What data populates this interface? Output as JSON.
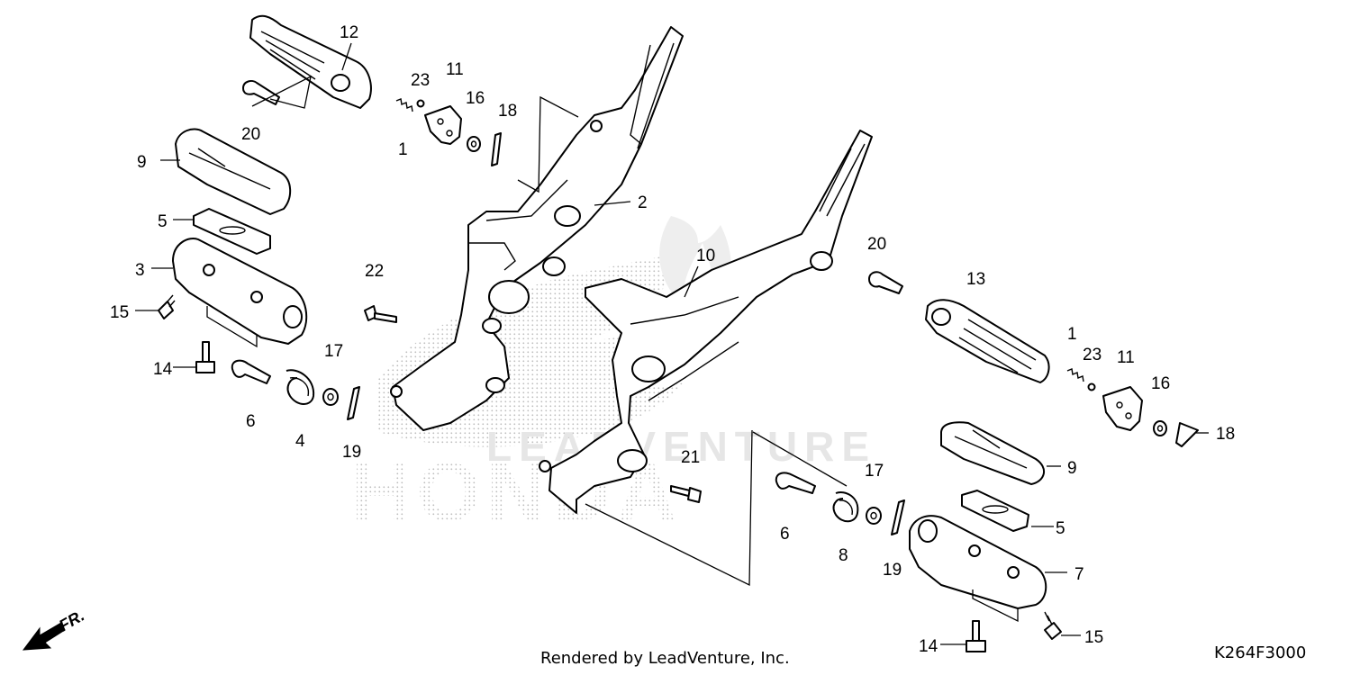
{
  "watermark": {
    "brand": "HONDA",
    "text": "LEADVENTURE"
  },
  "direction_indicator": {
    "label": "FR."
  },
  "callouts": [
    {
      "id": "c12a",
      "text": "12"
    },
    {
      "id": "c23a",
      "text": "23"
    },
    {
      "id": "c11a",
      "text": "11"
    },
    {
      "id": "c16a",
      "text": "16"
    },
    {
      "id": "c18a",
      "text": "18"
    },
    {
      "id": "c1a",
      "text": "1"
    },
    {
      "id": "c20a",
      "text": "20"
    },
    {
      "id": "c9a",
      "text": "9"
    },
    {
      "id": "c5a",
      "text": "5"
    },
    {
      "id": "c3",
      "text": "3"
    },
    {
      "id": "c15a",
      "text": "15"
    },
    {
      "id": "c14a",
      "text": "14"
    },
    {
      "id": "c6a",
      "text": "6"
    },
    {
      "id": "c4",
      "text": "4"
    },
    {
      "id": "c17a",
      "text": "17"
    },
    {
      "id": "c19a",
      "text": "19"
    },
    {
      "id": "c22",
      "text": "22"
    },
    {
      "id": "c2",
      "text": "2"
    },
    {
      "id": "c10",
      "text": "10"
    },
    {
      "id": "c20b",
      "text": "20"
    },
    {
      "id": "c13",
      "text": "13"
    },
    {
      "id": "c1b",
      "text": "1"
    },
    {
      "id": "c23b",
      "text": "23"
    },
    {
      "id": "c11b",
      "text": "11"
    },
    {
      "id": "c16b",
      "text": "16"
    },
    {
      "id": "c18b",
      "text": "18"
    },
    {
      "id": "c9b",
      "text": "9"
    },
    {
      "id": "c5b",
      "text": "5"
    },
    {
      "id": "c7",
      "text": "7"
    },
    {
      "id": "c21",
      "text": "21"
    },
    {
      "id": "c17b",
      "text": "17"
    },
    {
      "id": "c6b",
      "text": "6"
    },
    {
      "id": "c8",
      "text": "8"
    },
    {
      "id": "c19b",
      "text": "19"
    },
    {
      "id": "c14b",
      "text": "14"
    },
    {
      "id": "c15b",
      "text": "15"
    }
  ],
  "footer": {
    "rendered_by": "Rendered by LeadVenture, Inc.",
    "diagram_code": "K264F3000"
  }
}
